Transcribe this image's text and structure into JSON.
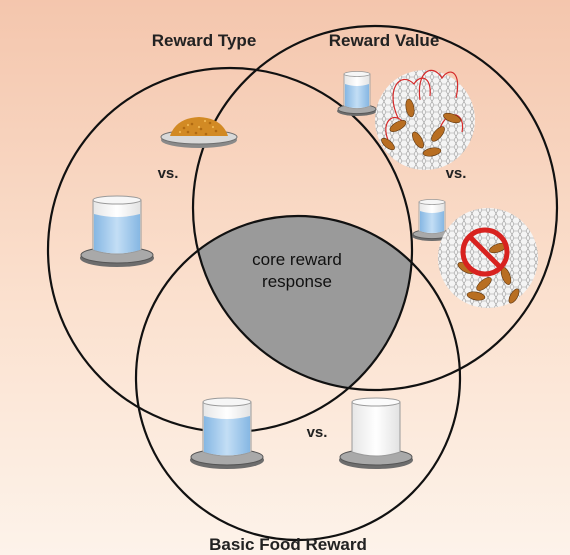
{
  "diagram": {
    "titles": {
      "reward_type": "Reward Type",
      "reward_value": "Reward Value",
      "basic_food_reward": "Basic Food Reward"
    },
    "vs_labels": {
      "reward_type_vs": "vs.",
      "reward_value_vs": "vs.",
      "basic_food_vs": "vs."
    },
    "core": {
      "line1": "core reward",
      "line2": "response"
    },
    "colors": {
      "background_top": "#f6cbb3",
      "background_bottom": "#fdf1e8",
      "circle_stroke": "#111111",
      "core_fill": "#9a9a9a",
      "water": "#9cc8ec",
      "pollen": "#d8952a",
      "dish": "#8c8c8c",
      "bee": "#c8782a",
      "prohibit": "#d8221f"
    },
    "icons": {
      "pollen_dish": "pollen-dish-icon",
      "water_cup": "water-cup-icon",
      "empty_cup": "empty-cup-icon",
      "bee_colony": "bee-colony-icon",
      "prohibited_colony": "prohibited-colony-icon"
    }
  }
}
